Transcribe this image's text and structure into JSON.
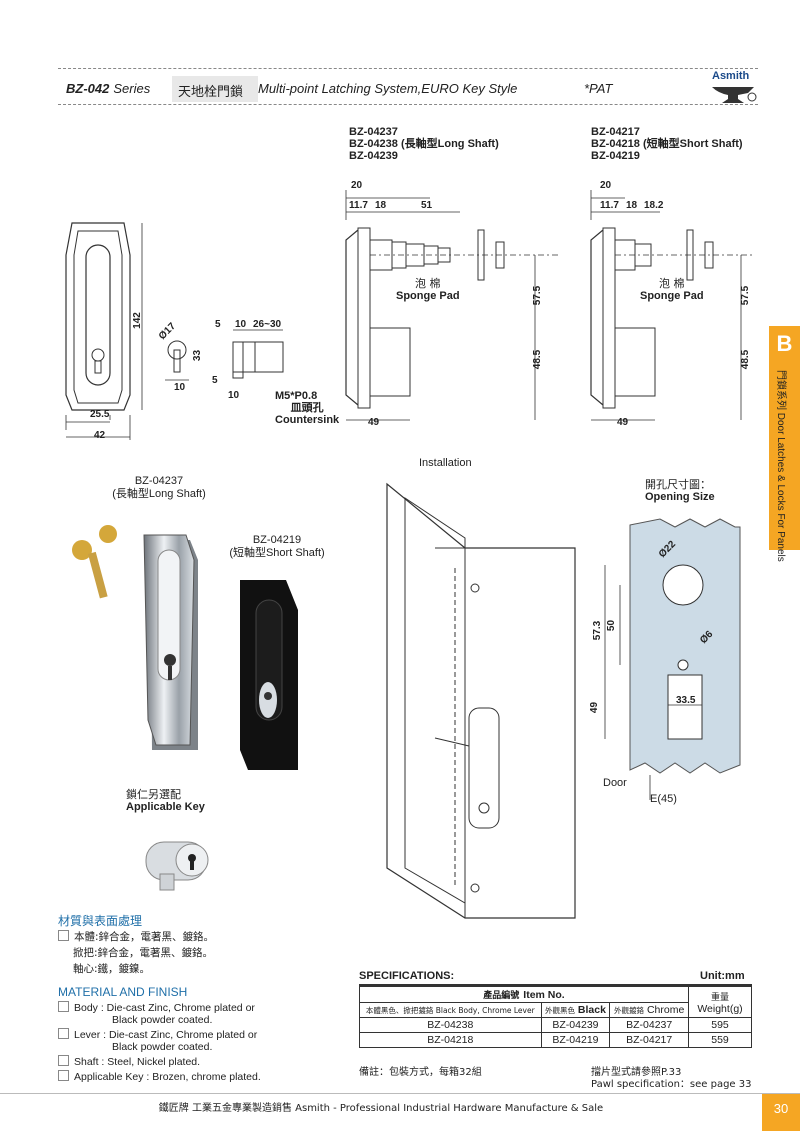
{
  "header": {
    "series_code": "BZ-042",
    "series_suffix": "Series",
    "title_cn": "天地栓門鎖",
    "title_en": "Multi-point Latching System,EURO Key Style",
    "pat": "*PAT",
    "brand": "Asmith"
  },
  "drawings": {
    "long_shaft_models": [
      "BZ-04237",
      "BZ-04238 (長軸型Long Shaft)",
      "BZ-04239"
    ],
    "short_shaft_models": [
      "BZ-04217",
      "BZ-04218 (短軸型Short Shaft)",
      "BZ-04219"
    ],
    "sponge_cn": "泡 棉",
    "sponge_en": "Sponge Pad",
    "countersink_1": "M5*P0.8",
    "countersink_2": "皿頭孔",
    "countersink_3": "Countersink",
    "dims_front": [
      "142",
      "25.5",
      "42"
    ],
    "dims_cyl": [
      "Ø17",
      "33",
      "10",
      "5",
      "10",
      "26~30",
      "5",
      "10"
    ],
    "dims_long": [
      "20",
      "11.7",
      "18",
      "51",
      "57.5",
      "48.5",
      "49"
    ],
    "dims_short": [
      "20",
      "11.7",
      "18",
      "18.2",
      "57.5",
      "48.5",
      "49"
    ]
  },
  "photos": {
    "long_model": "BZ-04237",
    "long_caption": "(長軸型Long Shaft)",
    "short_model": "BZ-04219",
    "short_caption": "(短軸型Short Shaft)",
    "key_cn": "鎖仁另選配",
    "key_en": "Applicable Key"
  },
  "installation": {
    "title": "Installation",
    "opening_cn": "開孔尺寸圖：",
    "opening_en": "Opening Size",
    "door_label": "Door",
    "e_label": "E(45)",
    "dims": [
      "Ø22",
      "50",
      "57.3",
      "Ø6",
      "33.5",
      "49"
    ]
  },
  "side_tab": {
    "letter": "B",
    "text": "門鎖系列 Door Latches & Locks For Panels"
  },
  "material_cn": {
    "title": "材質與表面處理",
    "lines": [
      "本體:鋅合金，電著黑、鍍鉻。",
      "掀把:鋅合金，電著黑、鍍鉻。",
      "軸心:鐵，鍍鎳。"
    ]
  },
  "material_en": {
    "title": "MATERIAL AND FINISH",
    "body_1": "Body : Die-cast Zinc, Chrome plated or",
    "body_2": "Black powder coated.",
    "lever_1": "Lever : Die-cast Zinc, Chrome plated or",
    "lever_2": "Black powder coated.",
    "shaft": "Shaft : Steel, Nickel plated.",
    "key": "Applicable Key : Brozen, chrome plated."
  },
  "specs": {
    "title": "SPECIFICATIONS:",
    "unit": "Unit:mm",
    "item_no_cn": "產品編號",
    "item_no": "Item No.",
    "weight_cn": "重量",
    "weight": "Weight(g)",
    "col1": "本體黑色、掀把鍍鉻 Black Body, Chrome Lever",
    "col2_cn": "外觀黑色",
    "col2": "Black",
    "col3_cn": "外觀鍍鉻",
    "col3": "Chrome",
    "rows": [
      {
        "a": "BZ-04238",
        "b": "BZ-04239",
        "c": "BZ-04237",
        "w": "595"
      },
      {
        "a": "BZ-04218",
        "b": "BZ-04219",
        "c": "BZ-04217",
        "w": "559"
      }
    ],
    "note": "備註：包裝方式，每箱32組",
    "pawl_cn": "擋片型式請參照P.33",
    "pawl_en": "Pawl specification：see page 33"
  },
  "footer": {
    "text": "鐵匠牌  工業五金專業製造銷售  Asmith - Professional Industrial Hardware Manufacture & Sale",
    "page": "30"
  },
  "colors": {
    "accent": "#f5a623",
    "section_blue": "#1f6fa8",
    "brand_blue": "#1a4a8a"
  }
}
